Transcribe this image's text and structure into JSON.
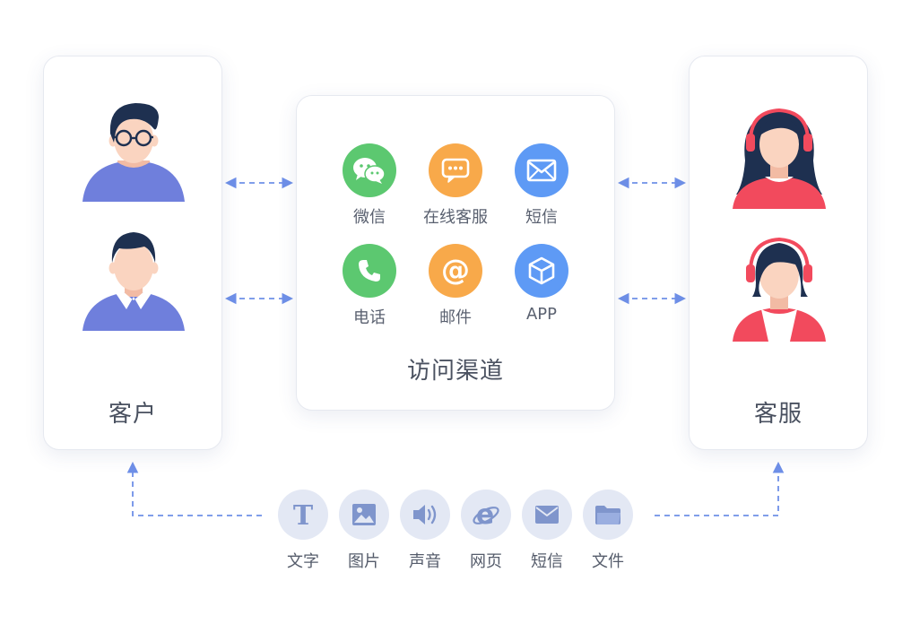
{
  "customer": {
    "label": "客户"
  },
  "agent": {
    "label": "客服"
  },
  "channels": {
    "title": "访问渠道",
    "items": [
      {
        "label": "微信",
        "icon": "wechat-icon",
        "color": "#5cc870"
      },
      {
        "label": "在线客服",
        "icon": "chat-bubble-icon",
        "color": "#f8a94a"
      },
      {
        "label": "短信",
        "icon": "envelope-icon",
        "color": "#5e9af5"
      },
      {
        "label": "电话",
        "icon": "phone-icon",
        "color": "#5cc870"
      },
      {
        "label": "邮件",
        "icon": "at-sign-icon",
        "color": "#f8a94a"
      },
      {
        "label": "APP",
        "icon": "cube-icon",
        "color": "#5e9af5"
      }
    ]
  },
  "media": [
    {
      "label": "文字",
      "icon": "text-icon"
    },
    {
      "label": "图片",
      "icon": "image-icon"
    },
    {
      "label": "声音",
      "icon": "speaker-icon"
    },
    {
      "label": "网页",
      "icon": "browser-ie-icon"
    },
    {
      "label": "短信",
      "icon": "envelope-icon"
    },
    {
      "label": "文件",
      "icon": "folder-icon"
    }
  ],
  "colors": {
    "arrow": "#6f90e8",
    "media_icon": "#7f95cc",
    "media_bg": "#e3e8f4",
    "customer_shirt": "#6f7fdc",
    "agent_shirt": "#f24a5d",
    "hair": "#1e3050",
    "skin": "#fad4c0"
  }
}
